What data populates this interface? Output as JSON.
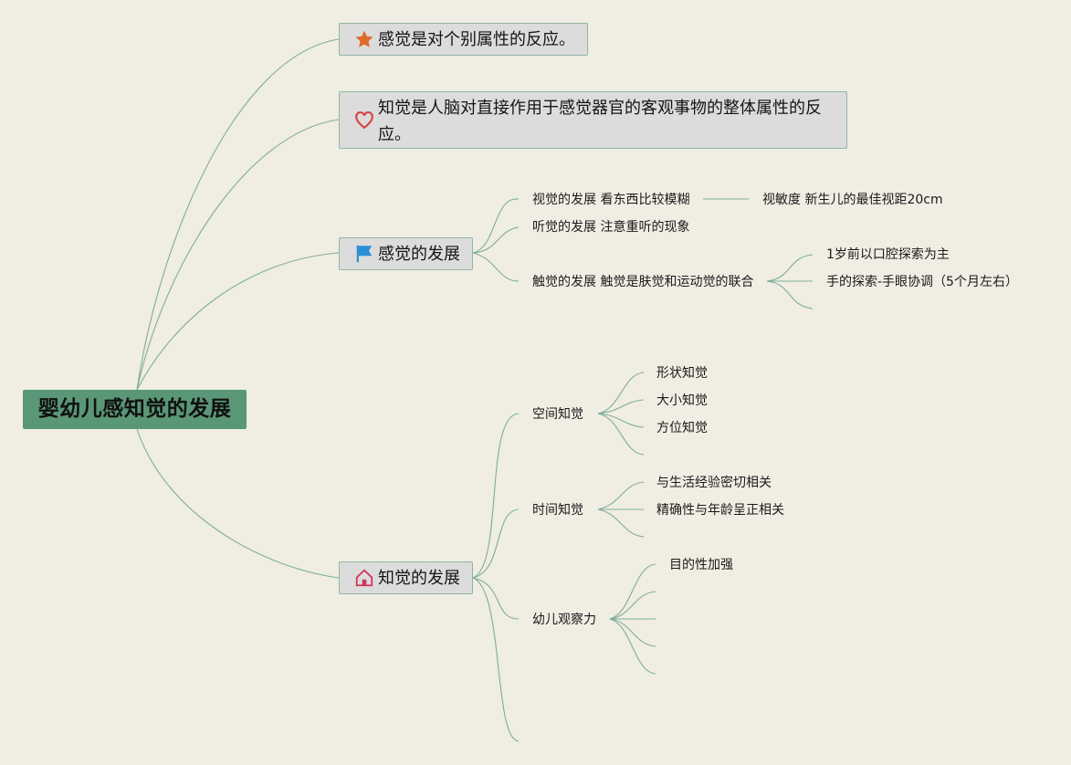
{
  "root": {
    "label": "婴幼儿感知觉的发展"
  },
  "topics": {
    "sensation_def": {
      "label": "感觉是对个别属性的反应。",
      "icon": "star-icon",
      "icon_color": "#e06a2c"
    },
    "perception_def": {
      "label": "知觉是人脑对直接作用于感觉器官的客观事物的整体属性的反应。",
      "icon": "heart-icon",
      "icon_color": "#d64545"
    },
    "sensation_dev": {
      "label": "感觉的发展",
      "icon": "flag-icon",
      "icon_color": "#2b8fd6"
    },
    "perception_dev": {
      "label": "知觉的发展",
      "icon": "home-icon",
      "icon_color": "#cc3a5a"
    }
  },
  "sensation_dev": {
    "vision": {
      "label": "视觉的发展 看东西比较模糊",
      "child": "视敏度 新生儿的最佳视距20cm"
    },
    "hearing": {
      "label": "听觉的发展 注意重听的现象"
    },
    "touch": {
      "label": "触觉的发展 触觉是肤觉和运动觉的联合",
      "children": [
        "1岁前以口腔探索为主",
        "手的探索-手眼协调（5个月左右）",
        ""
      ]
    }
  },
  "perception_dev": {
    "space": {
      "label": "空间知觉",
      "children": [
        "形状知觉",
        "大小知觉",
        "方位知觉",
        ""
      ]
    },
    "time": {
      "label": "时间知觉",
      "children": [
        "与生活经验密切相关",
        "精确性与年龄呈正相关",
        ""
      ]
    },
    "observation": {
      "label": "幼儿观察力",
      "children": [
        "目的性加强",
        "",
        "",
        "",
        ""
      ]
    },
    "empty": {
      "label": ""
    }
  },
  "colors": {
    "background": "#f0ede3",
    "root_fill": "#5a9777",
    "topic_fill": "#dcdcdc",
    "topic_border": "#8fb6a5",
    "edge": "#7fae98"
  }
}
